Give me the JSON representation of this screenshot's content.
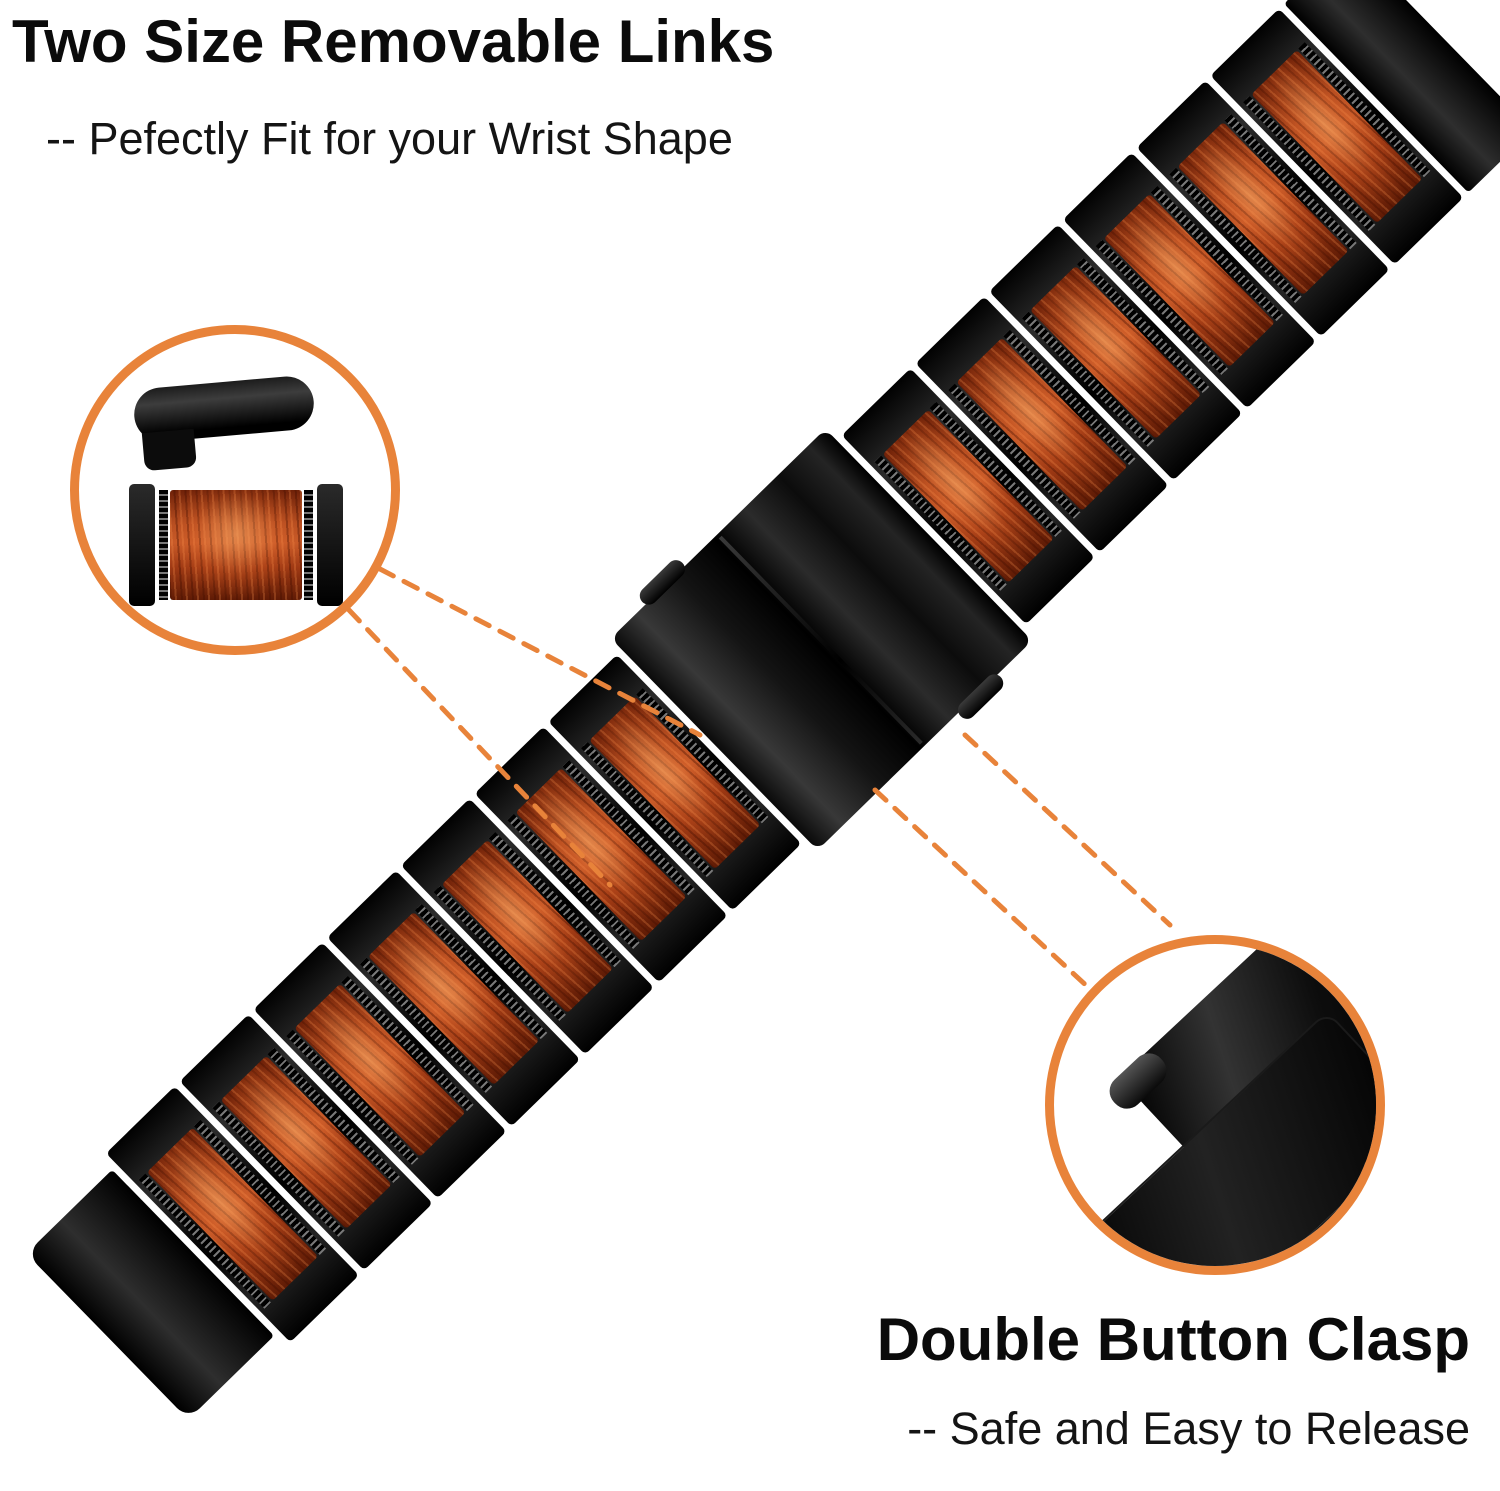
{
  "top_callout": {
    "title": "Two Size Removable Links",
    "subtitle": "-- Pefectly Fit for your Wrist Shape"
  },
  "bottom_callout": {
    "title": "Double Button Clasp",
    "subtitle": "-- Safe and Easy to Release"
  },
  "band": {
    "links_lower": 7,
    "links_upper": 6
  },
  "colors": {
    "accent_orange": "#E8833A",
    "wood_brown": "#B64D20",
    "metal_black": "#0B0B0B",
    "text": "#0B0B0B",
    "background": "#FFFFFF"
  }
}
